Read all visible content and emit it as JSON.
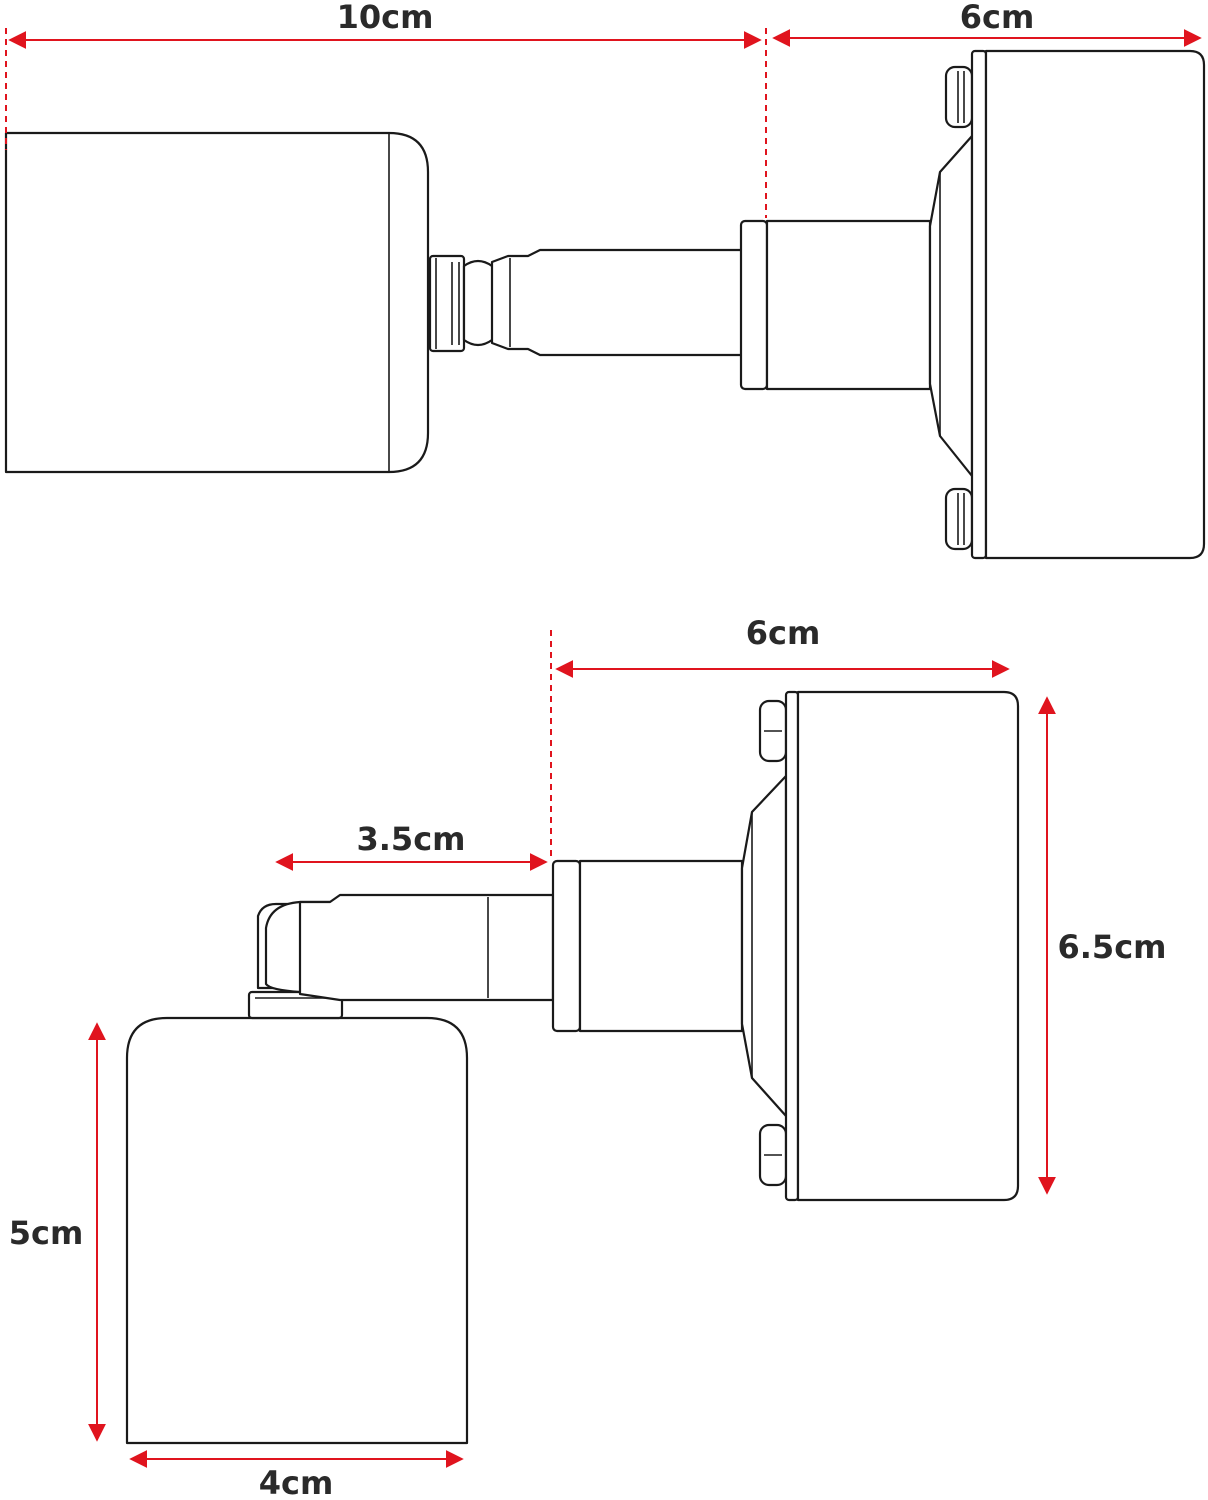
{
  "colors": {
    "dimension_red": "#e0141e",
    "outline": "#1a1a1a",
    "label_text": "#2a2a2a"
  },
  "top_view": {
    "dim_total_length": "10cm",
    "dim_base_width": "6cm"
  },
  "side_view": {
    "dim_base_width": "6cm",
    "dim_arm_length": "3.5cm",
    "dim_base_height": "6.5cm",
    "dim_lamp_height": "5cm",
    "dim_lamp_width": "4cm"
  }
}
